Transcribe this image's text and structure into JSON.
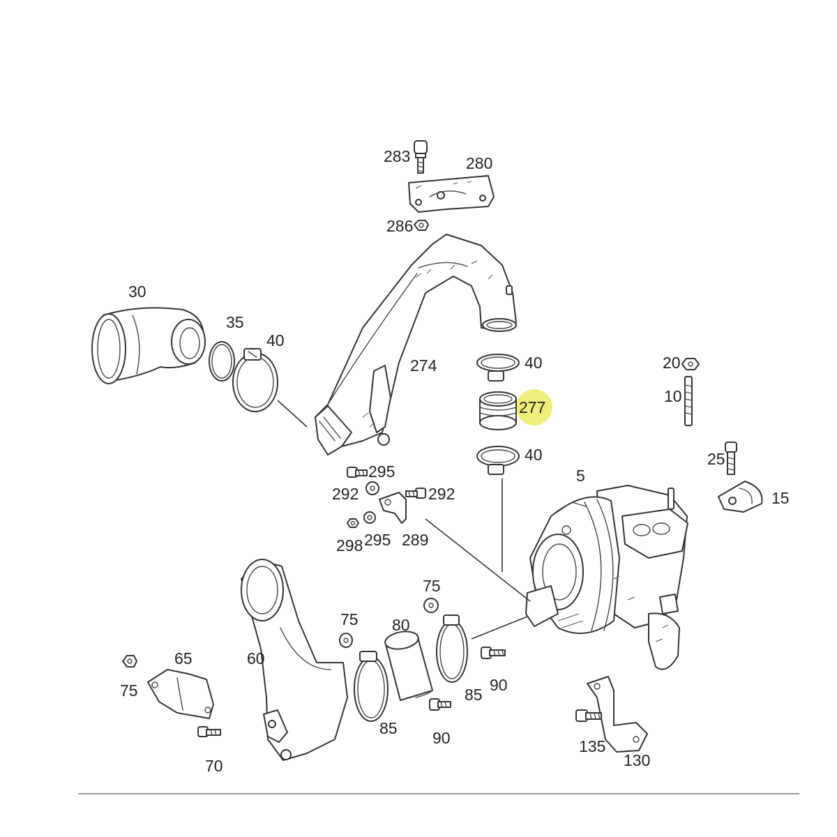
{
  "diagram": {
    "highlight_color": "#f0ee7a",
    "line_color": "#333333",
    "labels": {
      "l283": "283",
      "l280": "280",
      "l286": "286",
      "l30": "30",
      "l35": "35",
      "l40a": "40",
      "l274": "274",
      "l40b": "40",
      "l277": "277",
      "l40c": "40",
      "l20": "20",
      "l10": "10",
      "l25": "25",
      "l15": "15",
      "l5": "5",
      "l292a": "292",
      "l295a": "295",
      "l292b": "292",
      "l298": "298",
      "l295b": "295",
      "l289": "289",
      "l75a": "75",
      "l75b": "75",
      "l80": "80",
      "l60": "60",
      "l65": "65",
      "l75c": "75",
      "l70": "70",
      "l85a": "85",
      "l85b": "85",
      "l90a": "90",
      "l90b": "90",
      "l135": "135",
      "l130": "130"
    }
  }
}
